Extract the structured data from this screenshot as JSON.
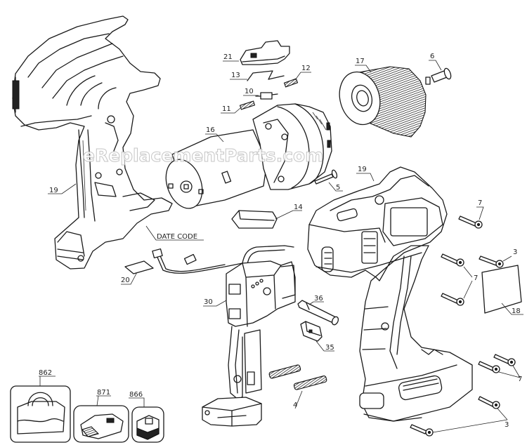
{
  "diagram": {
    "watermark": "eReplacementParts.com",
    "date_code_label": "DATE CODE",
    "part_labels": {
      "p21": "21",
      "p13": "13",
      "p12": "12",
      "p10": "10",
      "p11": "11",
      "p16": "16",
      "p17": "17",
      "p6": "6",
      "p5": "5",
      "p19_left": "19",
      "p19_right": "19",
      "p14": "14",
      "p7_top": "7",
      "p7_mid": "7",
      "p7_bottom": "7",
      "p3_top": "3",
      "p3_bottom": "3",
      "p18": "18",
      "p20": "20",
      "p30": "30",
      "p36": "36",
      "p35": "35",
      "p4": "4",
      "p862": "862",
      "p871": "871",
      "p866": "866"
    }
  }
}
